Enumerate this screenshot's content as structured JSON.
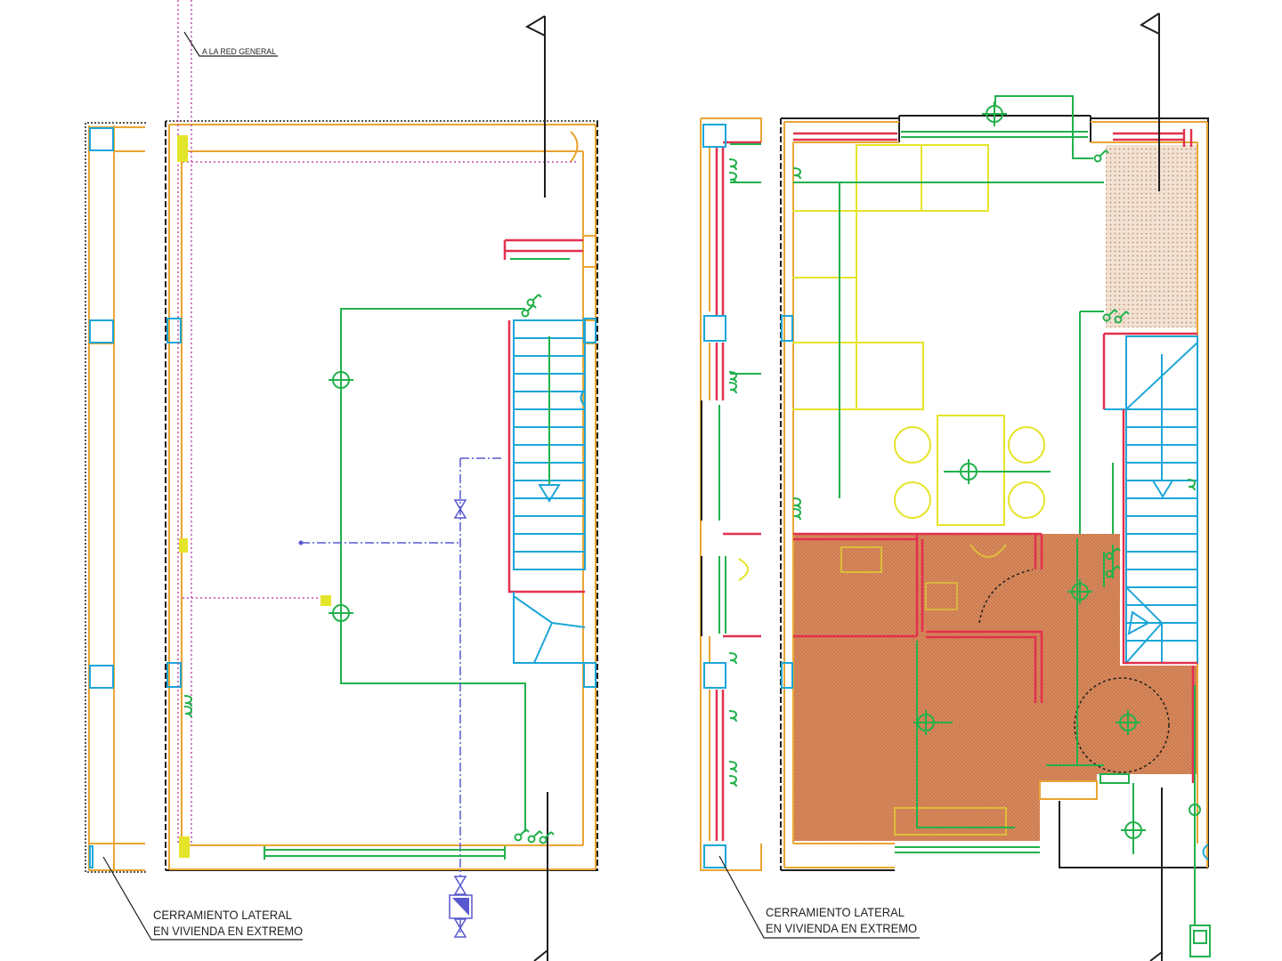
{
  "labels": {
    "network_connection": "A LA RED GENERAL",
    "left_note": {
      "line1": "CERRAMIENTO LATERAL",
      "line2": "EN VIVIENDA EN EXTREMO"
    },
    "right_note": {
      "line1": "CERRAMIENTO LATERAL",
      "line2": "EN VIVIENDA EN EXTREMO"
    }
  },
  "colors": {
    "wall": "#eaa532",
    "wiring": "#22b14c",
    "partition": "#e2304f",
    "stair": "#1ca6d8",
    "furniture": "#e4e42a",
    "gas_line": "#c24ab8",
    "water_line": "#5858cf",
    "wet_area": "#d8895c",
    "ink": "#1e1e1e",
    "paving": "#f1e2d4"
  },
  "icons": {
    "light_point": "crosshair-circle-icon",
    "switch": "switch-icon",
    "socket": "socket-icon",
    "valve": "valve-icon",
    "meter": "meter-box-icon",
    "section_marker": "section-flag-icon"
  }
}
